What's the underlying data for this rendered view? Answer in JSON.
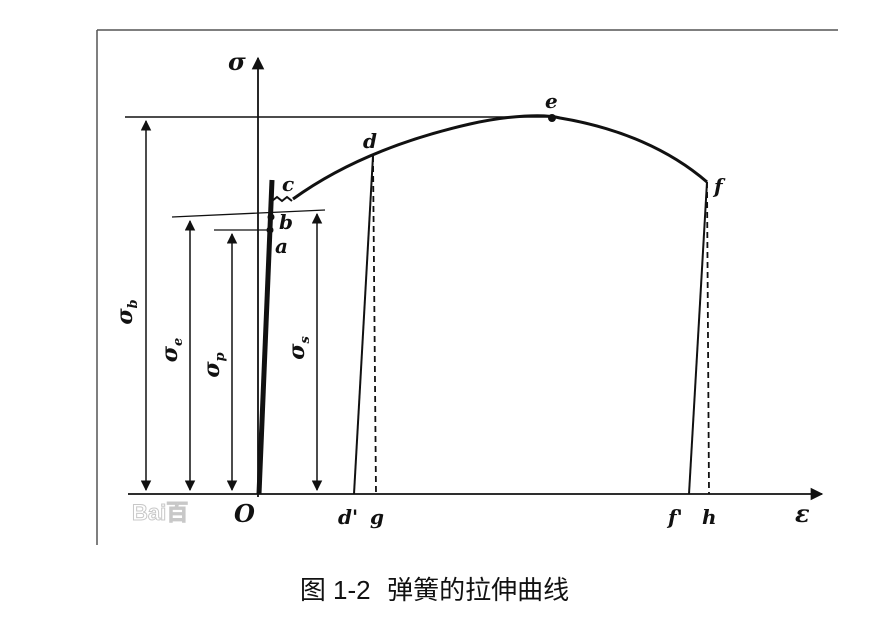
{
  "axes": {
    "y_symbol": "σ",
    "x_symbol": "ε",
    "origin": "O"
  },
  "points": {
    "a": "a",
    "b": "b",
    "c": "c",
    "d": "d",
    "e": "e",
    "f": "f"
  },
  "axis_marks": {
    "d_prime": "d'",
    "g": "g",
    "f_prime": "f'",
    "h": "h"
  },
  "stress_labels": {
    "sigma_b": {
      "symbol": "σ",
      "subscript": "b"
    },
    "sigma_e": {
      "symbol": "σ",
      "subscript": "e"
    },
    "sigma_p": {
      "symbol": "σ",
      "subscript": "p"
    },
    "sigma_s": {
      "symbol": "σ",
      "subscript": "s"
    }
  },
  "caption": {
    "number": "图 1-2",
    "title": "弹簧的拉伸曲线"
  },
  "watermark": "Bai百"
}
